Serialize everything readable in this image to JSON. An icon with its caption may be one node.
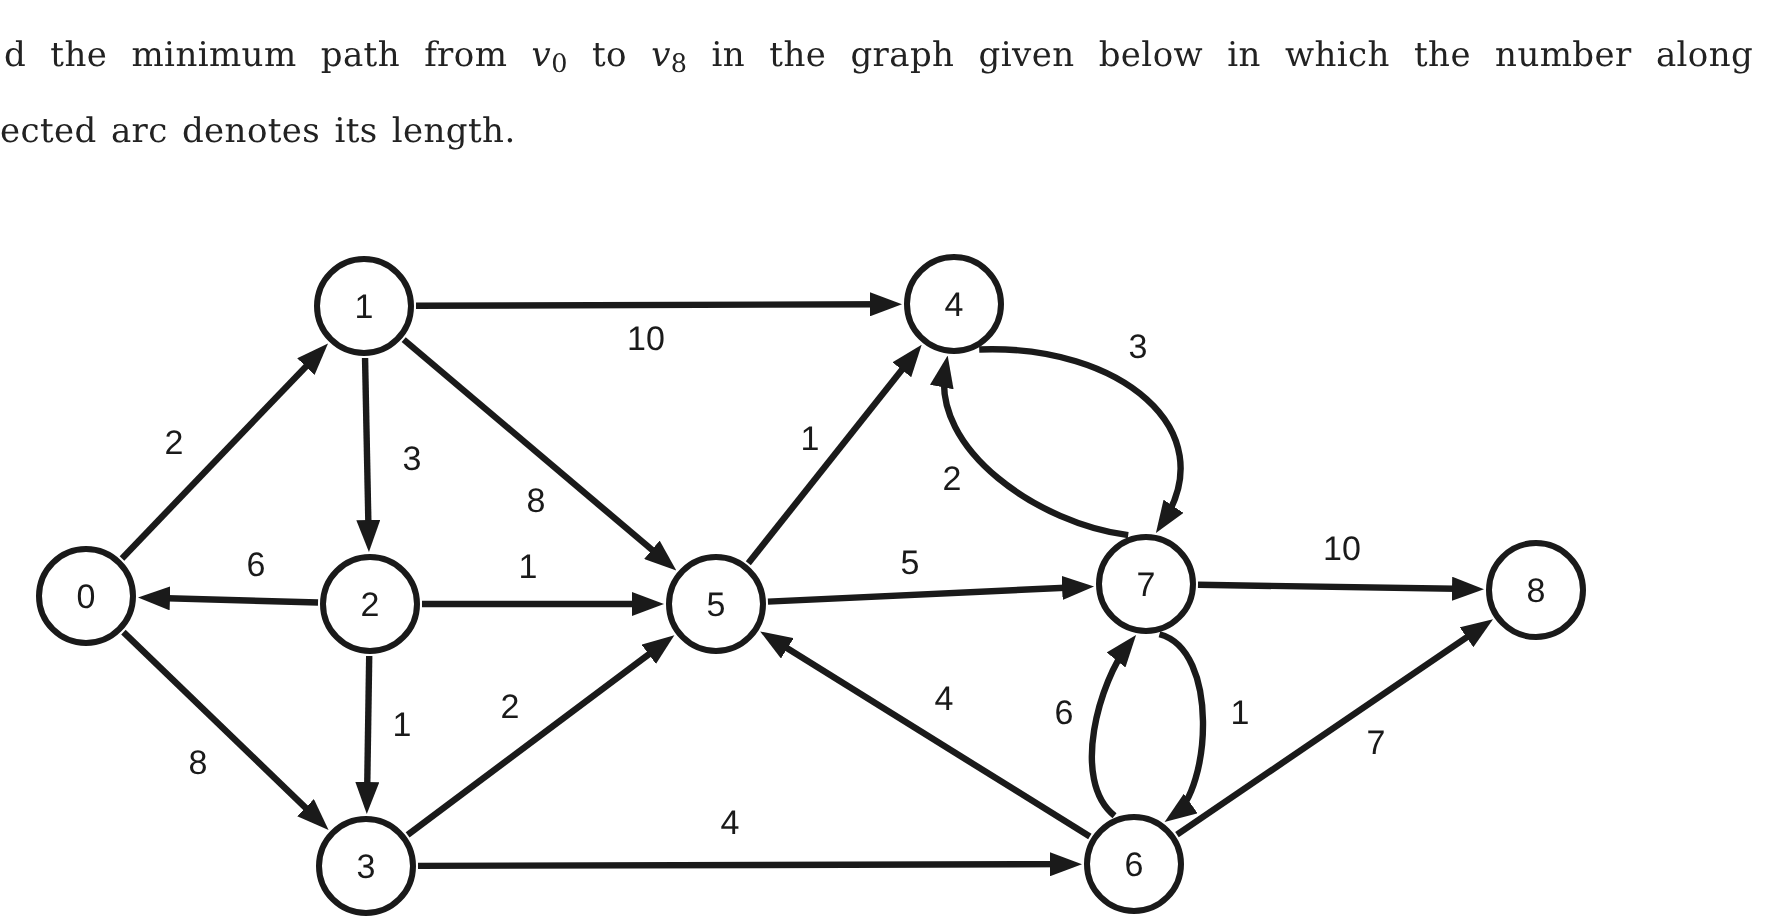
{
  "diagram": {
    "nodes": [
      {
        "text": [
          "0"
        ]
      },
      {
        "text": [
          "1"
        ]
      },
      {
        "text": [
          "2"
        ]
      },
      {
        "text": [
          "3"
        ]
      },
      {
        "text": [
          "4"
        ]
      },
      {
        "text": [
          "5"
        ]
      },
      {
        "text": [
          "6"
        ]
      },
      {
        "text": [
          "7"
        ]
      },
      {
        "text": [
          "8"
        ]
      }
    ],
    "edges": [
      {
        "from": 0,
        "to": 1,
        "arrow": "to",
        "label": "2"
      },
      {
        "from": 0,
        "to": 3,
        "arrow": "to",
        "label": "8"
      },
      {
        "from": 1,
        "to": 2,
        "arrow": "to",
        "label": "3"
      },
      {
        "from": 1,
        "to": 4,
        "arrow": "to",
        "label": "10"
      },
      {
        "from": 1,
        "to": 5,
        "arrow": "to",
        "label": "8"
      },
      {
        "from": 2,
        "to": 0,
        "arrow": "to",
        "label": "6"
      },
      {
        "from": 2,
        "to": 5,
        "arrow": "to",
        "label": "1"
      },
      {
        "from": 2,
        "to": 3,
        "arrow": "to",
        "label": "1"
      },
      {
        "from": 3,
        "to": 5,
        "arrow": "to",
        "label": "2"
      },
      {
        "from": 3,
        "to": 6,
        "arrow": "to",
        "label": "4"
      },
      {
        "from": 5,
        "to": 4,
        "arrow": "to",
        "label": "1"
      },
      {
        "from": 5,
        "to": 7,
        "arrow": "to",
        "label": "5"
      },
      {
        "from": 4,
        "to": 7,
        "arrow": "to",
        "label": "3"
      },
      {
        "from": 7,
        "to": 4,
        "arrow": "to",
        "label": "2"
      },
      {
        "from": 7,
        "to": 8,
        "arrow": "to",
        "label": "10"
      },
      {
        "from": 6,
        "to": 5,
        "arrow": "to",
        "label": "4"
      },
      {
        "from": 6,
        "to": 7,
        "arrow": "to",
        "label": "6"
      },
      {
        "from": 7,
        "to": 6,
        "arrow": "to",
        "label": "1"
      },
      {
        "from": 6,
        "to": 8,
        "arrow": "to",
        "label": "7"
      }
    ],
    "labels": [
      "d the minimum path from *v*$_{0}$ to *v*$_{8}$ in the graph given below in which the number along",
      "ected arc denotes its length."
    ]
  }
}
